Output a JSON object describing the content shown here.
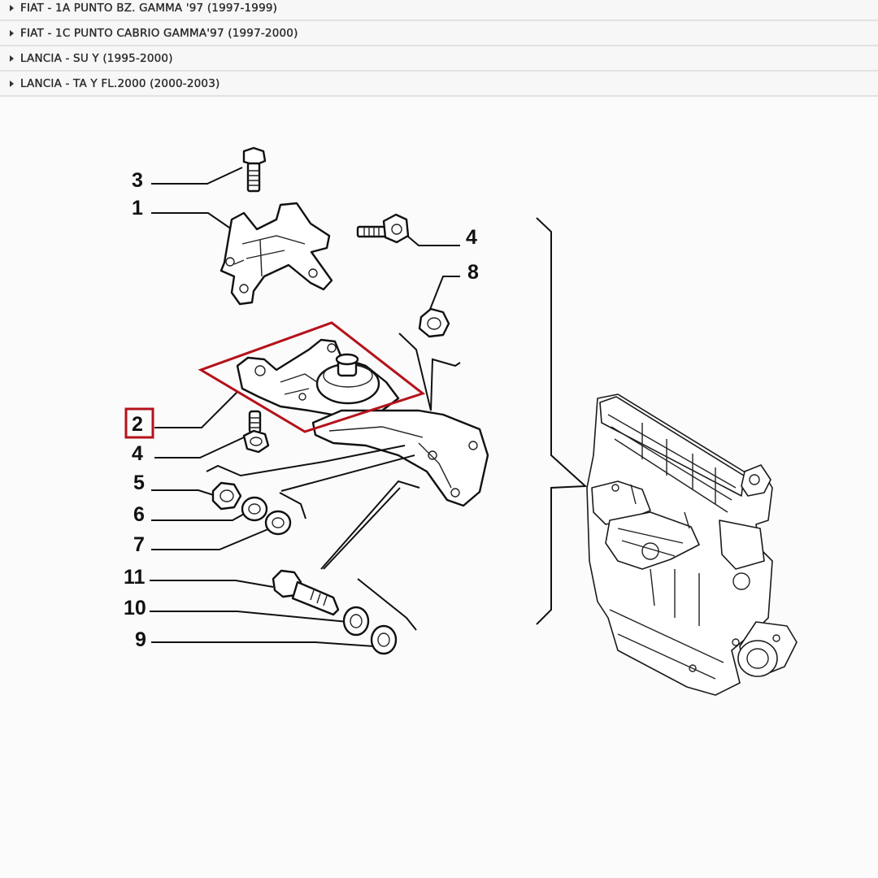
{
  "applicability_list": [
    {
      "label": "FIAT - 1A PUNTO BZ. GAMMA '97 (1997-1999)"
    },
    {
      "label": "FIAT - 1C PUNTO CABRIO GAMMA'97 (1997-2000)"
    },
    {
      "label": "LANCIA - SU Y (1995-2000)"
    },
    {
      "label": "LANCIA - TA Y FL.2000 (2000-2003)"
    }
  ],
  "callouts": {
    "c3": "3",
    "c1": "1",
    "c4a": "4",
    "c8": "8",
    "c2": "2",
    "c4b": "4",
    "c5": "5",
    "c6": "6",
    "c7": "7",
    "c11": "11",
    "c10": "10",
    "c9": "9"
  },
  "highlight": {
    "selected_part": "2",
    "color": "#b5121b"
  }
}
